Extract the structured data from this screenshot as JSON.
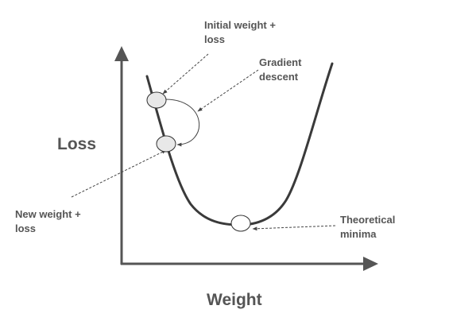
{
  "axes": {
    "y_title": "Loss",
    "x_title": "Weight"
  },
  "annotations": {
    "initial": "Initial weight +\nloss",
    "gradient": "Gradient\ndescent",
    "new": "New weight +\nloss",
    "minima": "Theoretical\nminima"
  },
  "colors": {
    "axis": "#555555",
    "curve": "#3a3a3a",
    "point_fill": "#e8e8e8",
    "text": "#555555"
  }
}
